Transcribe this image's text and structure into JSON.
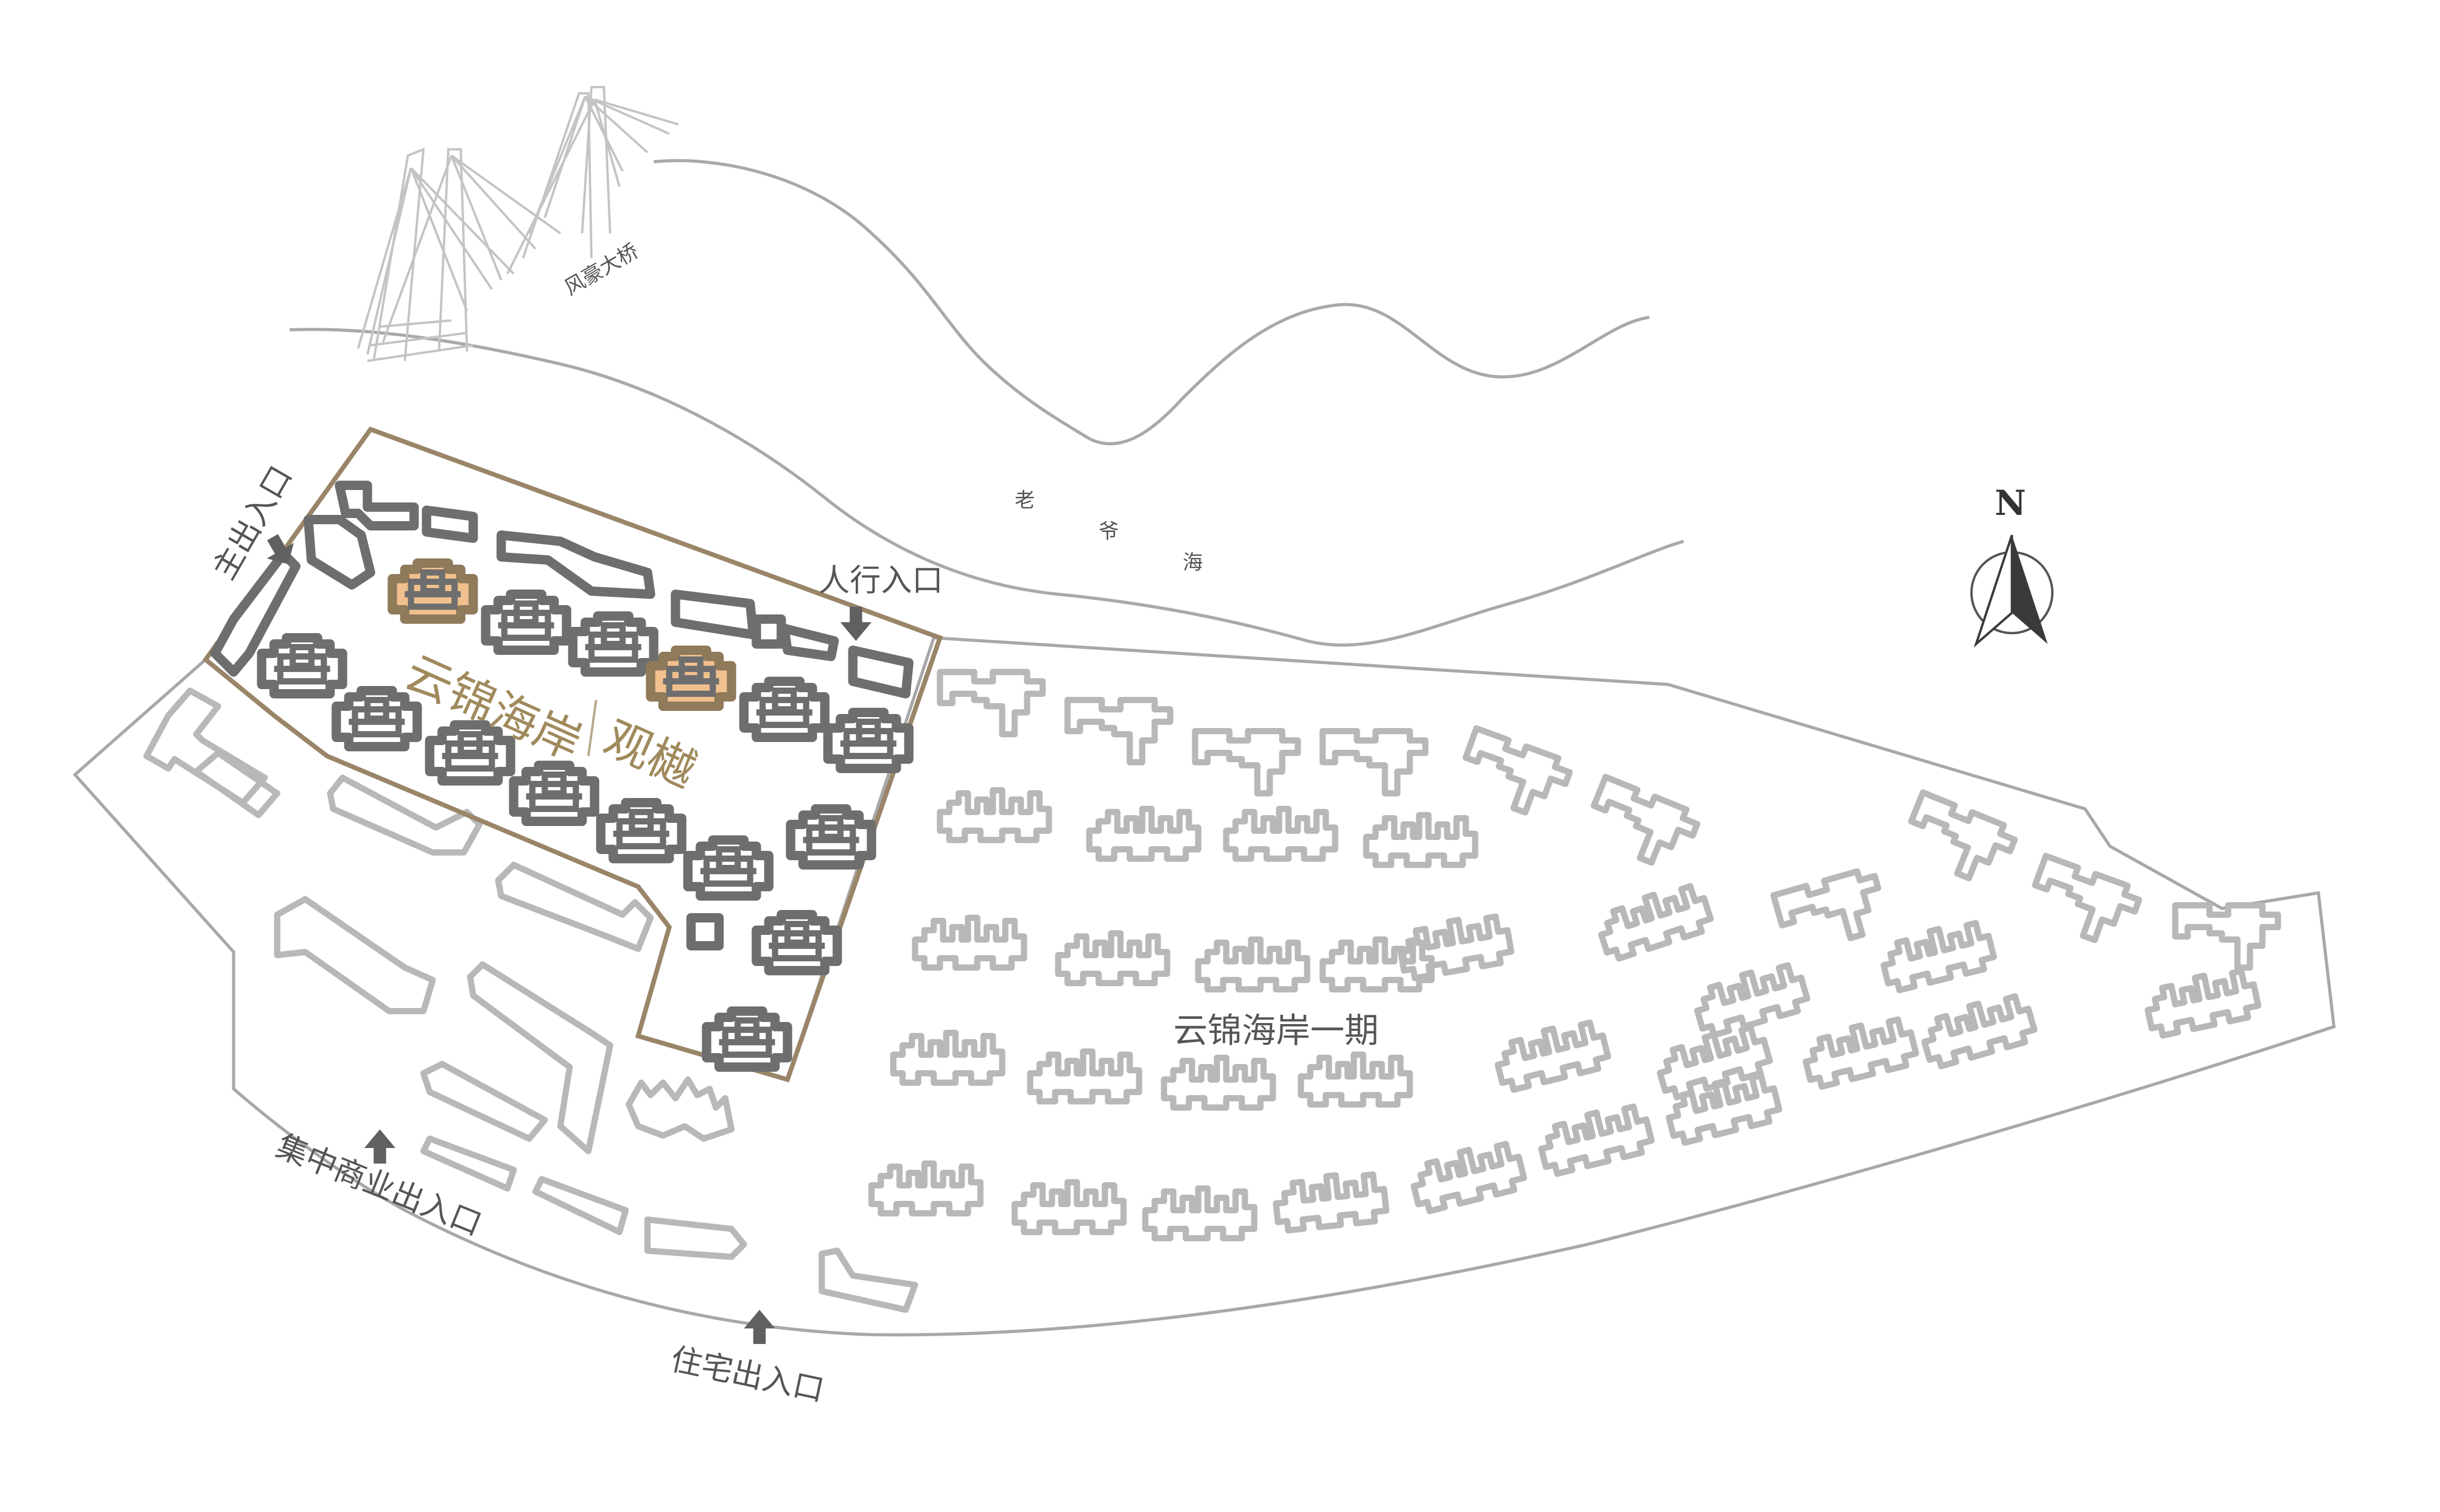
{
  "map": {
    "project_title": "云锦海岸",
    "project_subtitle": "观樾",
    "phase_one_label": "云锦海岸一期",
    "bridge_label": "风豪大桥",
    "river_chars": [
      "老",
      "爷",
      "海"
    ],
    "compass_letter": "N",
    "entrances": {
      "main": "主出入口",
      "pedestrian": "人行入口",
      "commercial": "集中商业出入口",
      "residential": "住宅出入口"
    },
    "colors": {
      "site_boundary": "#9a8569",
      "highlight_building": "#f0c08e",
      "title_gold": "#a08a5c",
      "outline_grey": "#b0b0b0",
      "arrow": "#606060"
    },
    "icons": [
      "compass-icon",
      "arrow-down-icon",
      "arrow-up-icon",
      "bridge-icon"
    ]
  }
}
